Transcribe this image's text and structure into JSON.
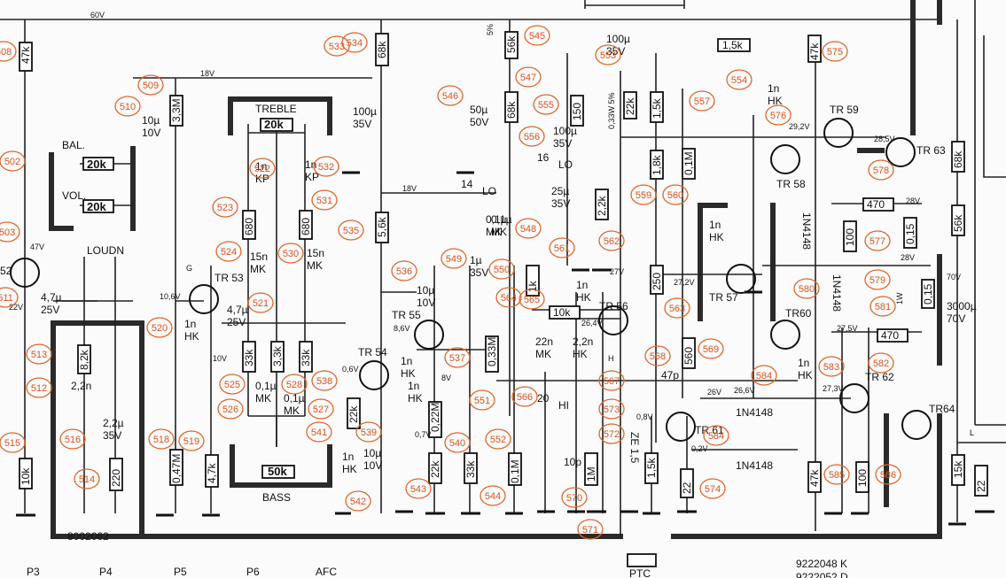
{
  "document": {
    "title": "",
    "drawing_numbers": [
      "9222048 K",
      "9222052 D"
    ],
    "board_number": "8002062",
    "bottom_connectors": [
      "P3",
      "P4",
      "P5",
      "P6",
      "AFC"
    ],
    "ptc_label": "PTC"
  },
  "colors": {
    "reference_circle": "#e0662a",
    "ink": "#111111",
    "paper": "#fbfbfb"
  },
  "controls": [
    {
      "label": "TREBLE",
      "value": "20k"
    },
    {
      "label": "BASS",
      "value": "50k"
    },
    {
      "label": "BAL.",
      "value": "20k"
    },
    {
      "label": "VOL.",
      "value": "20k"
    },
    {
      "label": "LOUDN",
      "value": ""
    }
  ],
  "voltages": [
    "60V",
    "18V",
    "18V",
    "27V",
    "28V",
    "28V",
    "26V",
    "70V",
    "0,6V",
    "8,6V",
    "0,7V",
    "8V",
    "26,4V",
    "27,2V",
    "27,5V",
    "26,6V",
    "27,3V",
    "0,8V",
    "0,2V",
    "29,2V",
    "28,5V",
    "47V",
    "22V",
    "10V",
    "10,6V"
  ],
  "switches": [
    {
      "pins": [
        "14",
        "LO"
      ]
    },
    {
      "pins": [
        "16",
        "LO"
      ]
    },
    {
      "pins": [
        "20",
        "HI"
      ]
    }
  ],
  "transistors": [
    "TR 53",
    "TR 54",
    "TR 55",
    "TR 56",
    "TR 57",
    "TR 58",
    "TR 59",
    "TR60",
    "TR 61",
    "TR 62",
    "TR 63",
    "TR64",
    "52"
  ],
  "diodes": [
    "1N4148",
    "1N4148",
    "1N4148",
    "1N4148",
    "ZE 1,5"
  ],
  "resistors": [
    {
      "ref": "",
      "value": "47k"
    },
    {
      "ref": "534",
      "value": "68k"
    },
    {
      "ref": "545",
      "value": "56k"
    },
    {
      "ref": "547",
      "value": "68k"
    },
    {
      "ref": "555",
      "value": "150"
    },
    {
      "ref": "557",
      "value": "1,5k"
    },
    {
      "ref": "",
      "value": "22k"
    },
    {
      "ref": "554",
      "value": "1,5k"
    },
    {
      "ref": "575",
      "value": "47k"
    },
    {
      "ref": "509",
      "value": "3,3M"
    },
    {
      "ref": "523",
      "value": "680"
    },
    {
      "ref": "531",
      "value": "680"
    },
    {
      "ref": "535",
      "value": "5,6k"
    },
    {
      "ref": "550",
      "value": "1k"
    },
    {
      "ref": "562",
      "value": "2,2k"
    },
    {
      "ref": "559",
      "value": "1,8k"
    },
    {
      "ref": "560",
      "value": "0,1M"
    },
    {
      "ref": "578",
      "value": "470"
    },
    {
      "ref": "577",
      "value": "100"
    },
    {
      "ref": "579",
      "value": "0,15"
    },
    {
      "ref": "",
      "value": "68k"
    },
    {
      "ref": "",
      "value": "56k"
    },
    {
      "ref": "565",
      "value": "10k"
    },
    {
      "ref": "563",
      "value": "250"
    },
    {
      "ref": "569",
      "value": "560"
    },
    {
      "ref": "581",
      "value": "0,15"
    },
    {
      "ref": "582",
      "value": "470"
    },
    {
      "ref": "513",
      "value": "8,2k"
    },
    {
      "ref": "525",
      "value": "33k"
    },
    {
      "ref": "",
      "value": "3,3k"
    },
    {
      "ref": "528",
      "value": "33k"
    },
    {
      "ref": "538",
      "value": "22k"
    },
    {
      "ref": "551",
      "value": "0,33M"
    },
    {
      "ref": "540",
      "value": "0,22M"
    },
    {
      "ref": "543",
      "value": "22k"
    },
    {
      "ref": "544",
      "value": "33k"
    },
    {
      "ref": "552",
      "value": "0,1M"
    },
    {
      "ref": "571",
      "value": "1M"
    },
    {
      "ref": "",
      "value": "1,5k"
    },
    {
      "ref": "574",
      "value": "22"
    },
    {
      "ref": "585",
      "value": "47k"
    },
    {
      "ref": "586",
      "value": "100"
    },
    {
      "ref": "515",
      "value": "10k"
    },
    {
      "ref": "514",
      "value": "220"
    },
    {
      "ref": "518",
      "value": "0,47M"
    },
    {
      "ref": "519",
      "value": "4,7k"
    },
    {
      "ref": "",
      "value": "15k"
    },
    {
      "ref": "",
      "value": "22"
    }
  ],
  "capacitors": [
    {
      "ref": "510",
      "value": "10µ",
      "voltage": "10V"
    },
    {
      "ref": "533",
      "value": "100µ",
      "voltage": "35V"
    },
    {
      "ref": "546",
      "value": "50µ",
      "voltage": "50V"
    },
    {
      "ref": "553",
      "value": "100µ",
      "voltage": "35V"
    },
    {
      "ref": "556",
      "value": "100µ",
      "voltage": "35V"
    },
    {
      "ref": "561",
      "value": "25µ",
      "voltage": "35V"
    },
    {
      "ref": "522",
      "value": "1n",
      "voltage": "KP"
    },
    {
      "ref": "532",
      "value": "1n",
      "voltage": "KP"
    },
    {
      "ref": "524",
      "value": "15n",
      "voltage": "MK"
    },
    {
      "ref": "530",
      "value": "15n",
      "voltage": "MK"
    },
    {
      "ref": "536",
      "value": "10µ",
      "voltage": "10V"
    },
    {
      "ref": "548",
      "value": "0,1µ",
      "voltage": "MK"
    },
    {
      "ref": "549",
      "value": "1µ",
      "voltage": "35V"
    },
    {
      "ref": "564",
      "value": "1n",
      "voltage": "HK"
    },
    {
      "ref": "576",
      "value": "1n",
      "voltage": "HK"
    },
    {
      "ref": "",
      "value": "1n",
      "voltage": "HK"
    },
    {
      "ref": "521",
      "value": "4,7µ",
      "voltage": "25V"
    },
    {
      "ref": "520",
      "value": "1n",
      "voltage": "HK"
    },
    {
      "ref": "537",
      "value": "1n",
      "voltage": "HK"
    },
    {
      "ref": "566",
      "value": "22n",
      "voltage": "MK"
    },
    {
      "ref": "567",
      "value": "2,2n",
      "voltage": "HK"
    },
    {
      "ref": "568",
      "value": "47p",
      "voltage": ""
    },
    {
      "ref": "583",
      "value": "1n",
      "voltage": "HK"
    },
    {
      "ref": "",
      "value": "3000µ",
      "voltage": "70V"
    },
    {
      "ref": "526",
      "value": "0,1µ",
      "voltage": "MK"
    },
    {
      "ref": "527",
      "value": "0,1µ",
      "voltage": "MK"
    },
    {
      "ref": "539",
      "value": "1n",
      "voltage": "HK"
    },
    {
      "ref": "541",
      "value": "1n",
      "voltage": "HK"
    },
    {
      "ref": "542",
      "value": "10µ",
      "voltage": "10V"
    },
    {
      "ref": "512",
      "value": "2,2n",
      "voltage": ""
    },
    {
      "ref": "516",
      "value": "2,2µ",
      "voltage": "35V"
    },
    {
      "ref": "570",
      "value": "10p",
      "voltage": ""
    },
    {
      "ref": "",
      "value": "4,7µ",
      "voltage": "25V"
    },
    {
      "ref": "",
      "value": "0,1µ",
      "voltage": "MK"
    }
  ],
  "extra_refs": [
    "508",
    "502",
    "503",
    "511",
    "573",
    "572",
    "580",
    "584",
    "584"
  ],
  "misc_labels": [
    "5%",
    "G",
    "H",
    "L",
    "0,33W 5%",
    "1W"
  ]
}
